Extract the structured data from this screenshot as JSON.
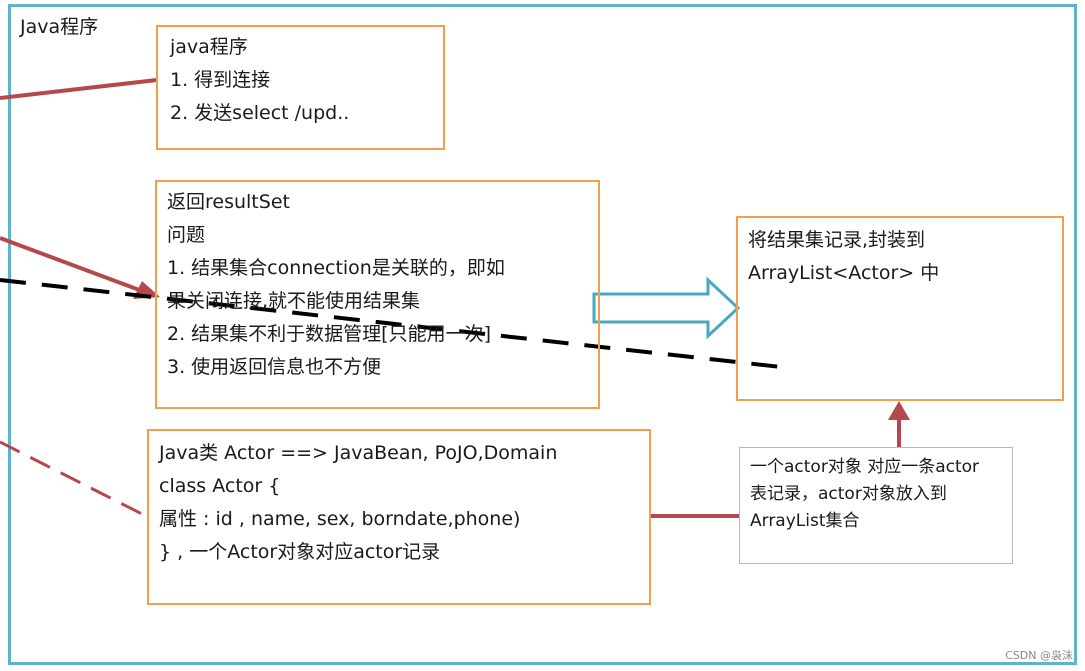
{
  "frame": {
    "title": "Java程序"
  },
  "java_program_box": {
    "lines": [
      "java程序",
      "1. 得到连接",
      "2. 发送select /upd.."
    ]
  },
  "resultset_box": {
    "lines": [
      "返回resultSet",
      "问题",
      "1. 结果集合connection是关联的，即如",
      "果关闭连接,就不能使用结果集",
      "2. 结果集不利于数据管理[只能用一次]",
      "3. 使用返回信息也不方便"
    ]
  },
  "arraylist_box": {
    "lines": [
      "将结果集记录,封装到",
      "ArrayList<Actor> 中"
    ]
  },
  "actor_class_box": {
    "lines": [
      "Java类 Actor  ==> JavaBean, PoJO,Domain",
      "class Actor {",
      "属性 : id , name, sex, borndate,phone)",
      "} , 一个Actor对象对应actor记录"
    ]
  },
  "note_box": {
    "lines": [
      "一个actor对象 对应一条actor",
      "表记录，actor对象放入到",
      "ArrayList集合"
    ]
  },
  "watermark": "CSDN @袅沫",
  "colors": {
    "frame": "#5fb3c9",
    "box_border": "#f0a04b",
    "arrow_red": "#b5484c",
    "arrow_blue": "#4aa8c0",
    "dashed": "#000000"
  }
}
